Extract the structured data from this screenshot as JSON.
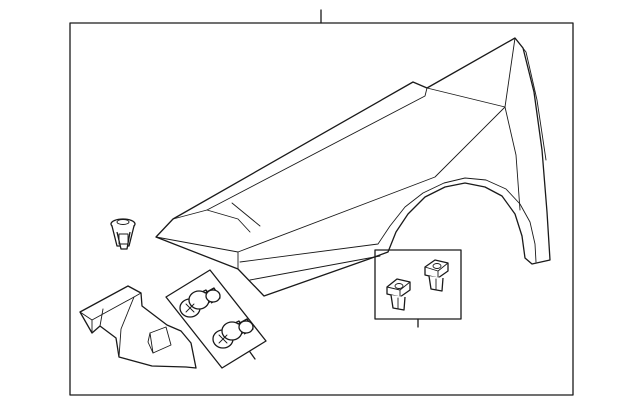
{
  "diagram": {
    "type": "exploded parts diagram",
    "parts": [
      {
        "name": "fender",
        "callout_line": true
      },
      {
        "name": "push-pin-clip",
        "callout_line": false
      },
      {
        "name": "fender-bracket",
        "callout_line": false
      },
      {
        "name": "bolt-screw-set",
        "callout_line": true,
        "count": 2
      },
      {
        "name": "clip-nut-set",
        "callout_line": true,
        "count": 2
      }
    ],
    "line_color": "#1a1a1a",
    "background_color": "#ffffff"
  }
}
